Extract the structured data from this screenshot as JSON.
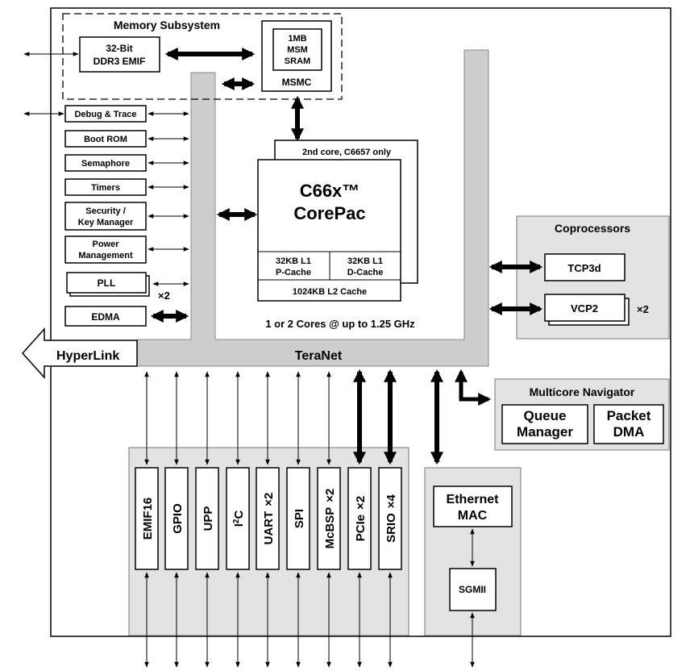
{
  "memory": {
    "title": "Memory Subsystem",
    "ddr_line1": "32-Bit",
    "ddr_line2": "DDR3 EMIF",
    "msm_line1": "1MB",
    "msm_line2": "MSM",
    "msm_line3": "SRAM",
    "msmc": "MSMC"
  },
  "left_blocks": {
    "debug": "Debug & Trace",
    "boot": "Boot ROM",
    "semaphore": "Semaphore",
    "timers": "Timers",
    "security_line1": "Security /",
    "security_line2": "Key Manager",
    "power_line1": "Power",
    "power_line2": "Management",
    "pll": "PLL",
    "pll_mult": "×2",
    "edma": "EDMA"
  },
  "core": {
    "second_core": "2nd core,  C6657 only",
    "name_line1": "C66x™",
    "name_line2": "CorePac",
    "l1p_line1": "32KB L1",
    "l1p_line2": "P-Cache",
    "l1d_line1": "32KB L1",
    "l1d_line2": "D-Cache",
    "l2": "1024KB L2 Cache",
    "cores_note": "1 or 2 Cores @ up to 1.25 GHz"
  },
  "coprocessors": {
    "title": "Coprocessors",
    "tcp3d": "TCP3d",
    "vcp2": "VCP2",
    "vcp2_mult": "×2"
  },
  "interconnect": {
    "hyperlink": "HyperLink",
    "teranet": "TeraNet"
  },
  "navigator": {
    "title": "Multicore Navigator",
    "queue_line1": "Queue",
    "queue_line2": "Manager",
    "packet_line1": "Packet",
    "packet_line2": "DMA"
  },
  "peripherals": {
    "emif16": "EMIF16",
    "gpio": "GPIO",
    "upp": "UPP",
    "i2c_a": "I",
    "i2c_sup": "2",
    "i2c_b": "C",
    "uart": "UART",
    "uart_mult": "×2",
    "spi": "SPI",
    "mcbsp": "McBSP",
    "mcbsp_mult": "×2",
    "pcie": "PCIe",
    "pcie_mult": "×2",
    "srio": "SRIO",
    "srio_mult": "×4"
  },
  "ethernet": {
    "mac_line1": "Ethernet",
    "mac_line2": "MAC",
    "sgmii": "SGMII"
  }
}
